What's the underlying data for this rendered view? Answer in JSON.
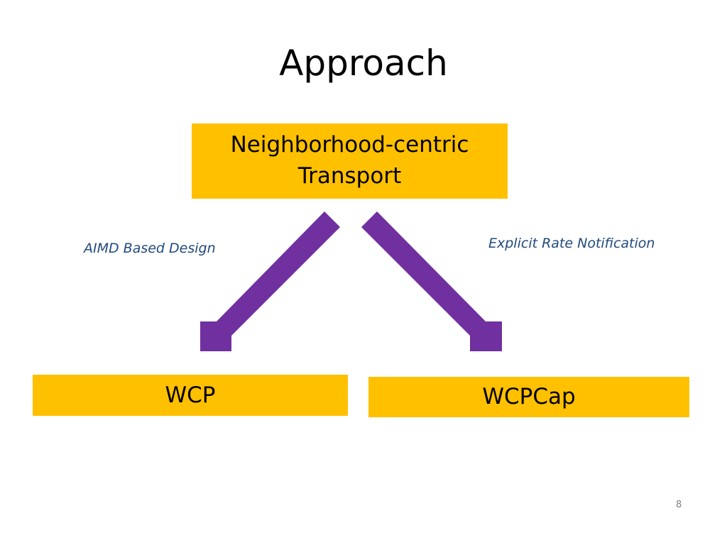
{
  "slide": {
    "title": "Approach",
    "page_number": "8"
  },
  "diagram": {
    "top_box": {
      "line1": "Neighborhood-centric",
      "line2": "Transport"
    },
    "left_box": {
      "label": "WCP"
    },
    "right_box": {
      "label": "WCPCap"
    },
    "left_edge_label": "AIMD Based Design",
    "right_edge_label": "Explicit Rate Notification"
  },
  "colors": {
    "box_fill": "#FFC000",
    "arrow_fill": "#7030A0",
    "edge_label": "#1F497D"
  }
}
